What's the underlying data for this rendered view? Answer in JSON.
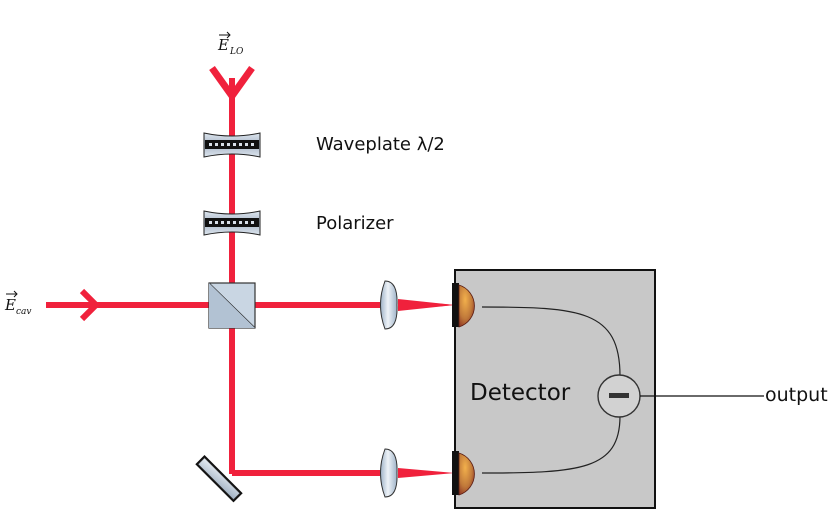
{
  "labels": {
    "e_lo_symbol": "E",
    "e_lo_subscript": "LO",
    "e_cav_symbol": "E",
    "e_cav_subscript": "cav",
    "waveplate": "Waveplate λ/2",
    "polarizer": "Polarizer",
    "detector": "Detector",
    "output": "output",
    "minus_sign": "−"
  },
  "colors": {
    "beam": "#f0213c",
    "detector_box": "#c8c8c8",
    "optic_glass": "#c9d6e3",
    "photodiode": "#c0793a",
    "wire": "#222222"
  },
  "icons": {
    "beam_splitter": "beam-splitter-cube-icon",
    "mirror": "mirror-icon",
    "lens": "lens-icon",
    "waveplate": "waveplate-icon",
    "polarizer": "polarizer-icon",
    "photodiode": "photodiode-icon",
    "subtractor": "subtractor-icon"
  }
}
